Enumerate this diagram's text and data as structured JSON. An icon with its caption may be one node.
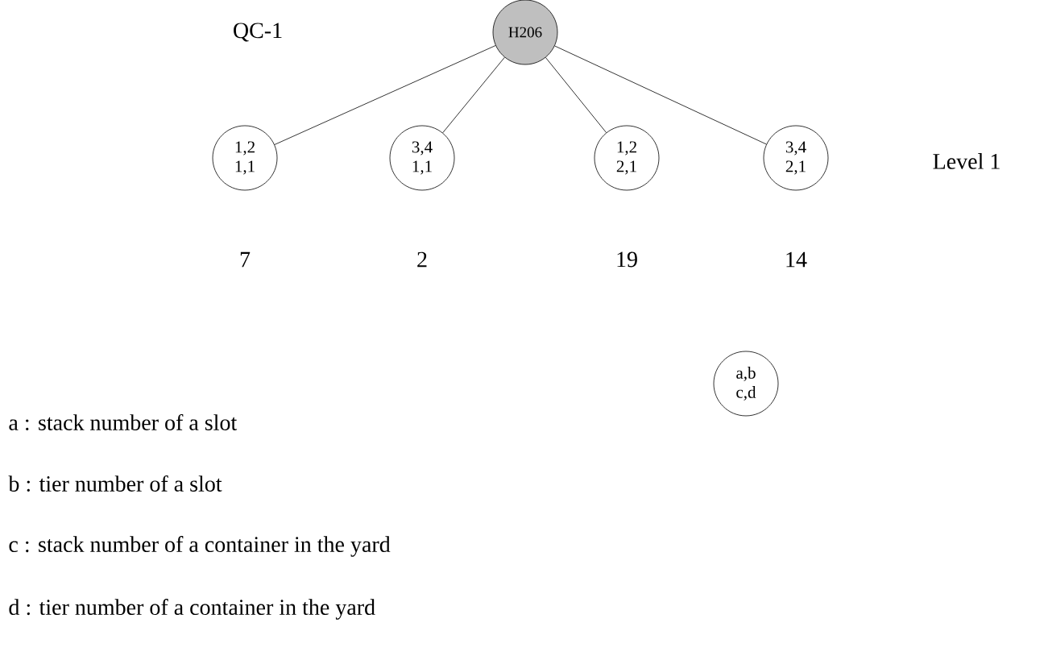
{
  "diagram": {
    "nodes": [
      {
        "text": [
          "H206"
        ]
      },
      {
        "text": [
          "1,2 1,1"
        ],
        "beside": [
          "7"
        ]
      },
      {
        "text": [
          "3,4 1,1"
        ],
        "beside": [
          "2"
        ]
      },
      {
        "text": [
          "1,2 2,1"
        ],
        "beside": [
          "19"
        ]
      },
      {
        "text": [
          "3,4 2,1"
        ],
        "beside": [
          "14"
        ]
      },
      {
        "text": [
          "a,b c,d"
        ]
      }
    ],
    "edges": [
      {
        "from": 0,
        "to": 1,
        "arrow": "none"
      },
      {
        "from": 0,
        "to": 2,
        "arrow": "none"
      },
      {
        "from": 0,
        "to": 3,
        "arrow": "none"
      },
      {
        "from": 0,
        "to": 4,
        "arrow": "none"
      }
    ],
    "labels": [
      "QC-1",
      "Level 1",
      "a : stack number of a slot",
      "b : tier number of a slot",
      "c : stack number of a container in the yard",
      "d : tier number of a container in the yard"
    ]
  }
}
